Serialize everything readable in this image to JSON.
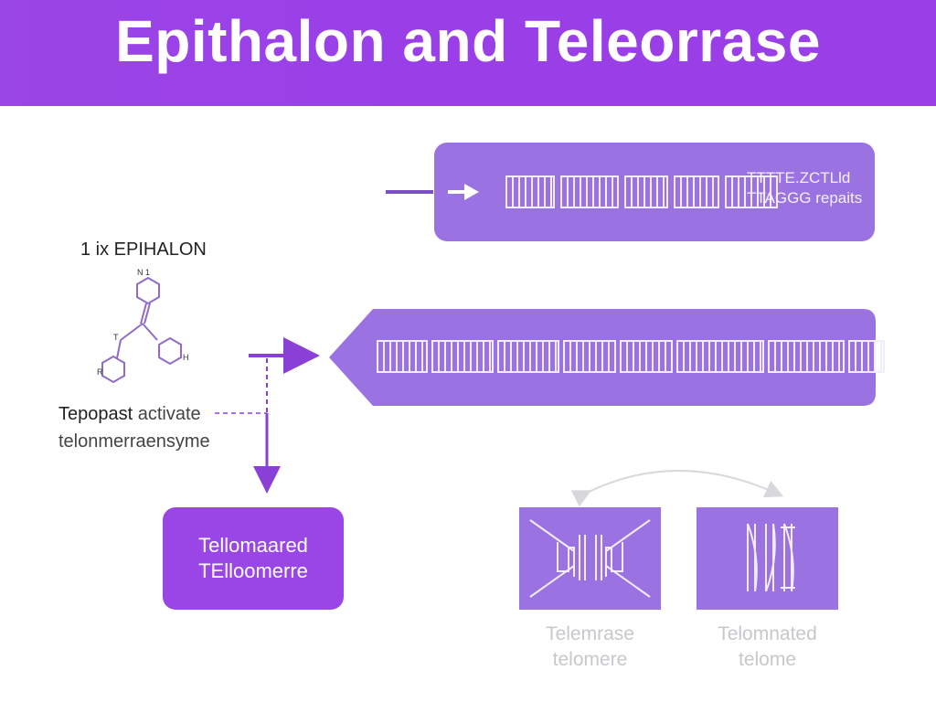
{
  "title": "Epithalon and Teleorrase",
  "molecule": {
    "label": "1 ix EPIHALON",
    "caption_line1": "Tepopast",
    "caption_line1_rest": "activate",
    "caption_line2": "telonmerraensyme"
  },
  "top_panel": {
    "text_line1": "TTTTE.ZCTLld",
    "text_line2": "TTAGGG repaits"
  },
  "result_box": {
    "line1": "Tellomaared",
    "line2": "TElloomerre"
  },
  "compare": {
    "left_caption_line1": "Telemrase",
    "left_caption_line2": "telomere",
    "right_caption_line1": "Telomnated",
    "right_caption_line2": "telome"
  },
  "colors": {
    "accent": "#9a45e6",
    "panel": "#9b72e2",
    "result_box": "#9a45e6"
  }
}
